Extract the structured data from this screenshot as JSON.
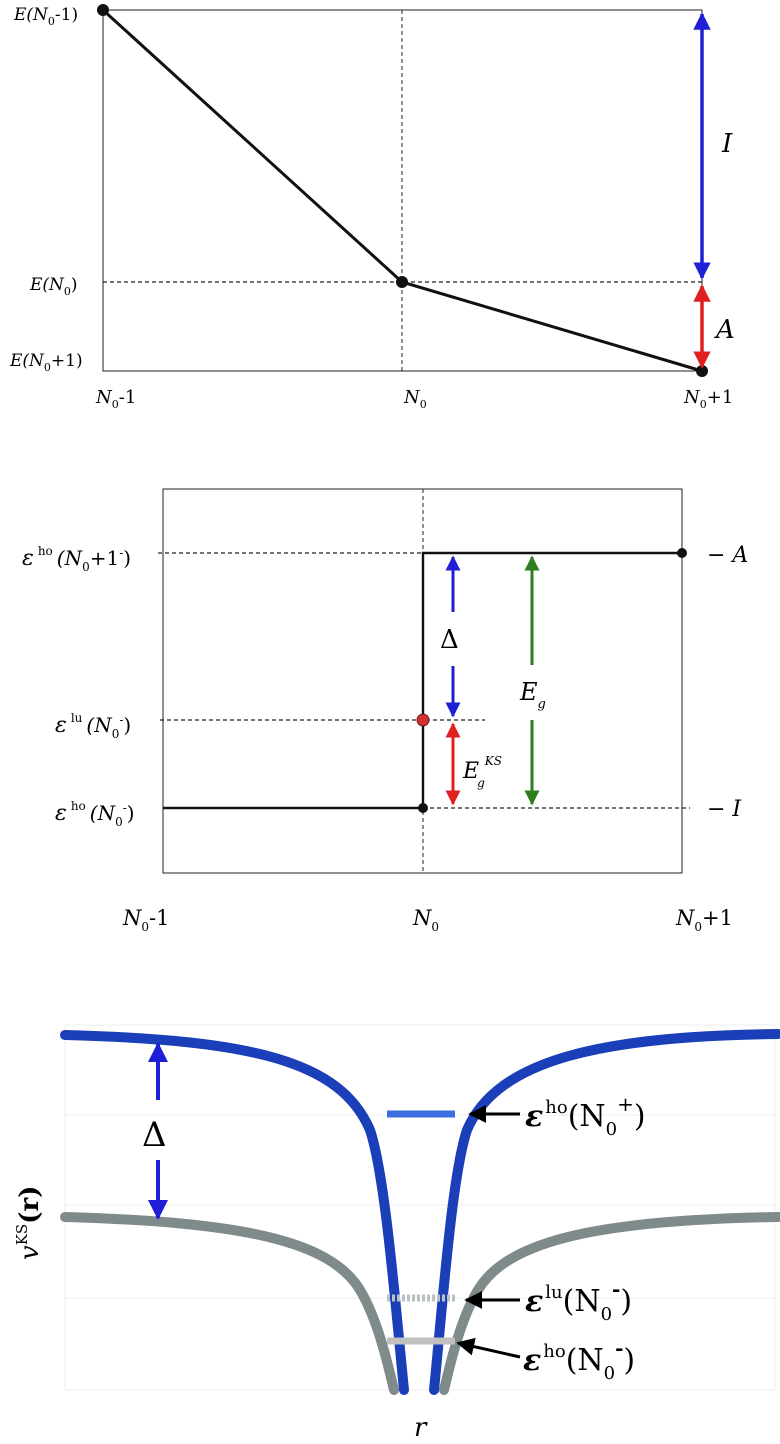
{
  "panel_a": {
    "y_labels": {
      "e_nm1": {
        "base": "E(N",
        "sub": "0",
        "tail": "-1)"
      },
      "e_n": {
        "base": "E(N",
        "sub": "0",
        "tail": ")"
      },
      "e_np1": {
        "base": "E(N",
        "sub": "0",
        "tail": "+1)"
      }
    },
    "x_labels": {
      "nm1": {
        "base": "N",
        "sub": "0",
        "tail": "-1"
      },
      "n": {
        "base": "N",
        "sub": "0",
        "tail": ""
      },
      "np1": {
        "base": "N",
        "sub": "0",
        "tail": "+1"
      }
    },
    "ionization_label": "I",
    "affinity_label": "A",
    "colors": {
      "ionization": "#1f1fd6",
      "affinity": "#e02020"
    }
  },
  "panel_b": {
    "y_labels": {
      "eps_ho_np1": {
        "sym": "ε",
        "sup": "ho",
        "open": "(N",
        "sub": "0",
        "tail": "+1",
        "sup2": "-",
        "close": ")"
      },
      "eps_lu_n": {
        "sym": "ε",
        "sup": "lu",
        "open": "(N",
        "sub": "0",
        "tail": "",
        "sup2": "-",
        "close": ")"
      },
      "eps_ho_n": {
        "sym": "ε",
        "sup": "ho",
        "open": "(N",
        "sub": "0",
        "tail": "",
        "sup2": "-",
        "close": ")"
      }
    },
    "right_labels": {
      "minus_a": "− A",
      "minus_i": "− I"
    },
    "x_labels": {
      "nm1": {
        "base": "N",
        "sub": "0",
        "tail": "-1"
      },
      "n": {
        "base": "N",
        "sub": "0",
        "tail": ""
      },
      "np1": {
        "base": "N",
        "sub": "0",
        "tail": "+1"
      }
    },
    "delta_label": "Δ",
    "eg_label": {
      "base": "E",
      "sub": "g"
    },
    "egks_label": {
      "base": "E",
      "sub": "g",
      "sup": "KS"
    },
    "colors": {
      "delta": "#1f1fd6",
      "eg": "#2e7d1e",
      "egks": "#e02020",
      "lu_point": "#d03030"
    }
  },
  "panel_c": {
    "y_axis": {
      "base": "v",
      "sup": "KS",
      "arg": "(r)"
    },
    "x_axis": "r",
    "delta_label": "Δ",
    "labels": {
      "ho_plus": {
        "sym": "ε",
        "sup": "ho",
        "open": "(N",
        "sub": "0",
        "sup2": "+",
        "close": ")"
      },
      "lu_minus": {
        "sym": "ε",
        "sup": "lu",
        "open": "(N",
        "sub": "0",
        "sup2": "-",
        "close": ")"
      },
      "ho_minus": {
        "sym": "ε",
        "sup": "ho",
        "open": "(N",
        "sub": "0",
        "sup2": "-",
        "close": ")"
      }
    },
    "colors": {
      "upper_curve": "#1a3fb8",
      "lower_curve": "#7f8a8a",
      "ho_plus_level": "#3a6fe0",
      "lu_level": "#b8c4c4",
      "ho_minus_level": "#c0c0c0"
    }
  }
}
